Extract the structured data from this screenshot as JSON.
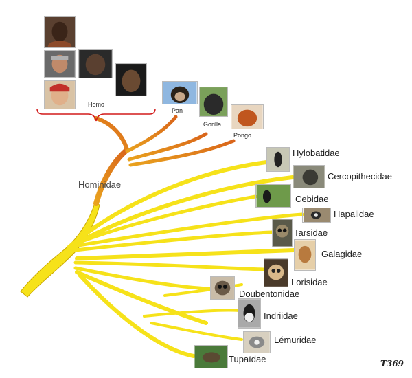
{
  "groups": {
    "homo": "Homo",
    "pan": "Pan",
    "gorilla": "Gorilla",
    "pongo": "Pongo",
    "hominidae": "Hominidae"
  },
  "families": {
    "hylobatidae": "Hylobatidae",
    "cercopithecidae": "Cercopithecidae",
    "cebidae": "Cebidae",
    "hapalidae": "Hapalidae",
    "tarsidae": "Tarsidae",
    "galagidae": "Galagidae",
    "lorisidae": "Lorisidae",
    "doubentonidae": "Doubentonidae",
    "indriidae": "Indriidae",
    "lemuridae": "Lémuridae",
    "tupaidae": "Tupaïdae"
  },
  "signature": "T369",
  "colors": {
    "trunk_yellow": "#f6e21a",
    "branch_orange": "#e07a1a",
    "brace_red": "#d21a1a"
  }
}
